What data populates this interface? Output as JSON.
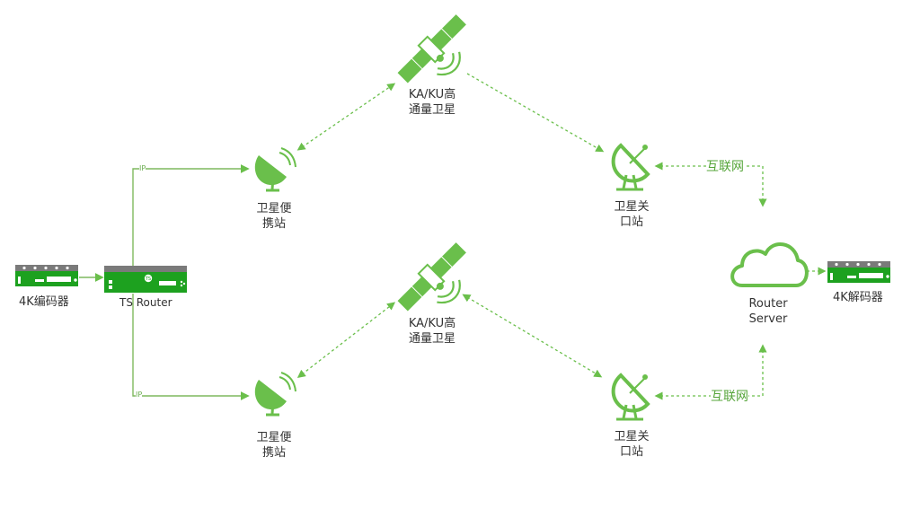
{
  "colors": {
    "primary": "#6abf4b",
    "connector": "#7fb95f",
    "device_body": "#7a7a7a",
    "device_face": "#1da11f",
    "text": "#333333"
  },
  "nodes": {
    "encoder": {
      "label": "4K编码器",
      "icon": "rack-device-icon"
    },
    "ts_router": {
      "label": "TS Router",
      "icon": "router-device-icon"
    },
    "top_portable_station": {
      "label_line1": "卫星便",
      "label_line2": "携站",
      "icon": "satellite-dish-icon"
    },
    "bottom_portable_station": {
      "label_line1": "卫星便",
      "label_line2": "携站",
      "icon": "satellite-dish-icon"
    },
    "top_satellite": {
      "label_line1": "KA/KU高",
      "label_line2": "通量卫星",
      "icon": "satellite-icon"
    },
    "bottom_satellite": {
      "label_line1": "KA/KU高",
      "label_line2": "通量卫星",
      "icon": "satellite-icon"
    },
    "top_gateway": {
      "label_line1": "卫星关",
      "label_line2": "口站",
      "icon": "gateway-dish-icon"
    },
    "bottom_gateway": {
      "label_line1": "卫星关",
      "label_line2": "口站",
      "icon": "gateway-dish-icon"
    },
    "router_server": {
      "label_line1": "Router",
      "label_line2": "Server",
      "icon": "cloud-icon"
    },
    "decoder": {
      "label": "4K解码器",
      "icon": "rack-device-icon"
    }
  },
  "links": {
    "ip_label": "IP",
    "internet_label": "互联网"
  }
}
